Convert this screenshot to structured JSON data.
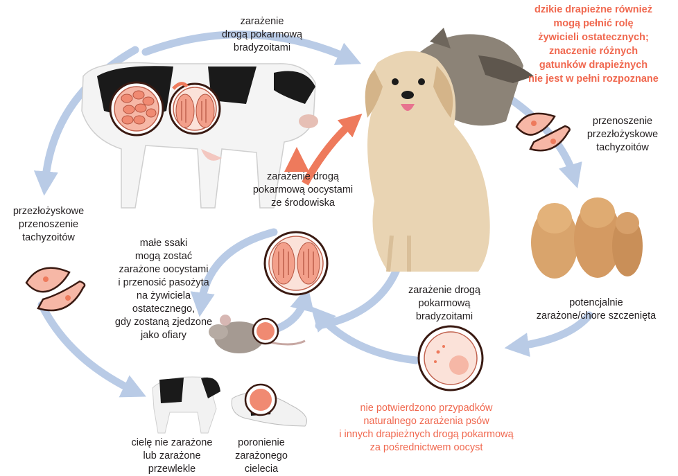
{
  "labels": {
    "top_infection": "zarażenie\ndrogą pokarmową\nbradyzoitami",
    "wild_carnivores_note": "dzikie drapieżne również\nmogą pełnić rolę\nżywicieli ostatecznych;\nznaczenie różnych\ngatunków drapieżnych\nnie jest w pełni rozpoznane",
    "transplacental_right": "przenoszenie\nprzezłożyskowe\ntachyzoitów",
    "transplacental_left": "przezłożyskowe\nprzenoszenie\ntachyzoitów",
    "oocyst_infection": "zarażenie drogą\npokarmową oocystami\nze środowiska",
    "small_mammals": "małe ssaki\nmogą zostać\nzarażone oocystami\ni przenosić pasożyta\nna żywiciela\nostatecznego,\ngdy zostaną zjedzone\njako ofiary",
    "bradyzoite_infection": "zarażenie drogą\npokarmową\nbradyzoitami",
    "puppies": "potencjalnie\nzarażone/chore szczenięta",
    "calf_status": "cielę nie zarażone\nlub zarażone\nprzewlekle",
    "abortion": "poronienie\nzarażonego\ncielecia",
    "unconfirmed_note": "nie potwierdzono przypadków\nnaturalnego zarażenia psów\ni innych drapieżnych drogą pokarmową\nza pośrednictwem oocyst"
  },
  "colors": {
    "accent": "#f0684f",
    "cycle_arrow": "#b9cbe6",
    "parasite_fill": "#f6b7a6",
    "cell_fill": "#fde3d9",
    "outline": "#3a1a12"
  },
  "icons": [
    "tissue-cyst-icon",
    "oocyst-icon",
    "tachyzoite-icon",
    "bradyzoite-cyst-icon"
  ]
}
